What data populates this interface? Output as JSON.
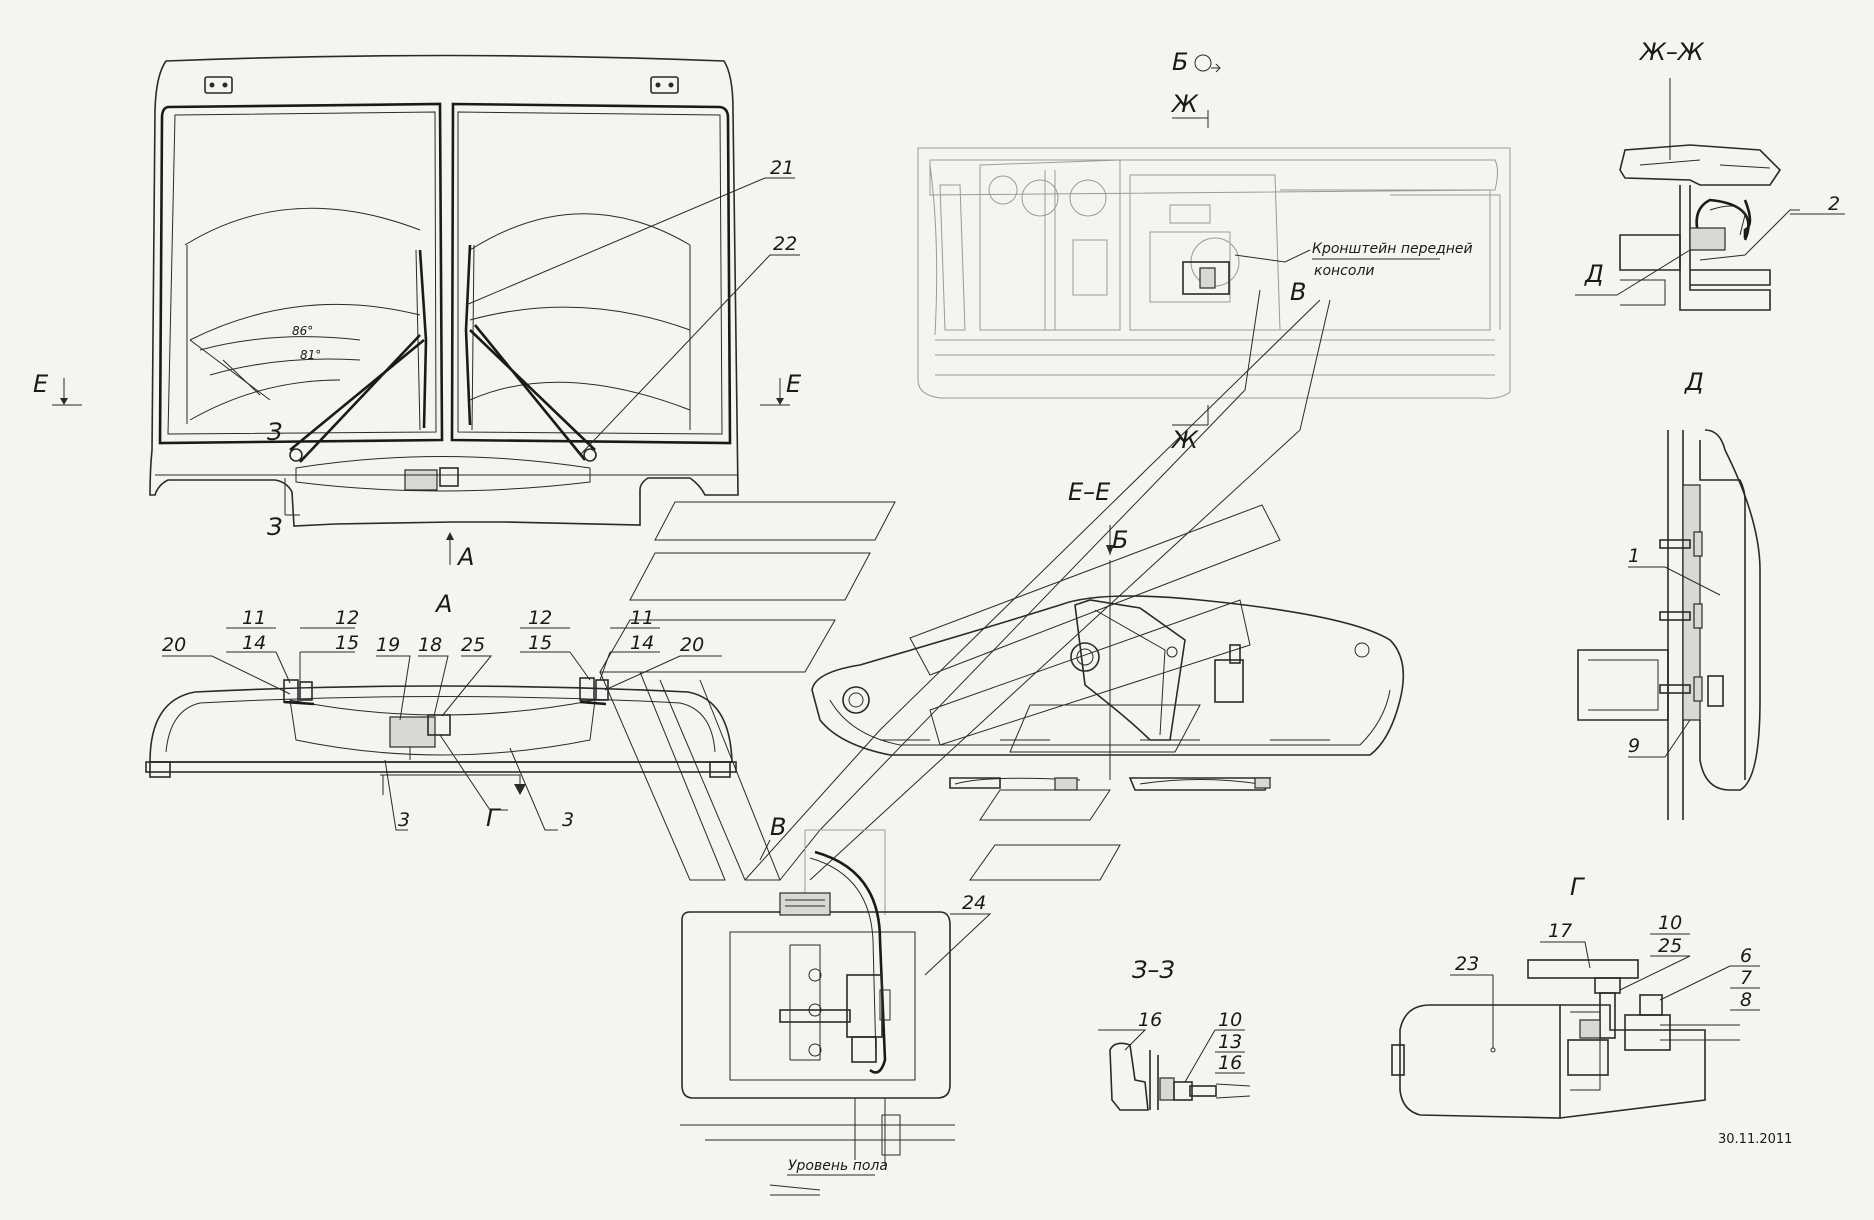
{
  "windshield": {
    "angle_outer": "86°",
    "angle_inner": "81°",
    "section_e": "Е",
    "section_z": "З",
    "view_a": "А",
    "callout_21": "21",
    "callout_22": "22"
  },
  "view_a": {
    "title": "А",
    "callouts": {
      "c11a": "11",
      "c14a": "14",
      "c12a": "12",
      "c15a": "15",
      "c20a": "20",
      "c19": "19",
      "c18": "18",
      "c25": "25",
      "c12b": "12",
      "c15b": "15",
      "c11b": "11",
      "c14b": "14",
      "c20b": "20",
      "c3a": "3",
      "c3b": "3",
      "cg": "Г"
    }
  },
  "dashboard": {
    "label_b": "Б",
    "label_zh_top": "Ж",
    "label_zh_bottom": "Ж",
    "bracket_line1": "Кронштейн передней",
    "bracket_line2": "консоли",
    "callout_v": "В"
  },
  "section_zh": {
    "title": "Ж–Ж",
    "callout_2": "2",
    "callout_d": "Д"
  },
  "view_d": {
    "title": "Д",
    "callout_1": "1",
    "callout_9": "9"
  },
  "section_ee": {
    "title": "Е–Е",
    "label_b": "Б"
  },
  "tank": {
    "callout_v": "В",
    "callout_24": "24",
    "floor_label": "Уровень пола"
  },
  "section_zz": {
    "title": "З–З",
    "c16": "16",
    "c10": "10",
    "c13": "13",
    "c16b": "16"
  },
  "view_g": {
    "title": "Г",
    "c23": "23",
    "c17": "17",
    "c10": "10",
    "c25": "25",
    "c6": "6",
    "c7": "7",
    "c8": "8"
  },
  "date": "30.11.2011"
}
